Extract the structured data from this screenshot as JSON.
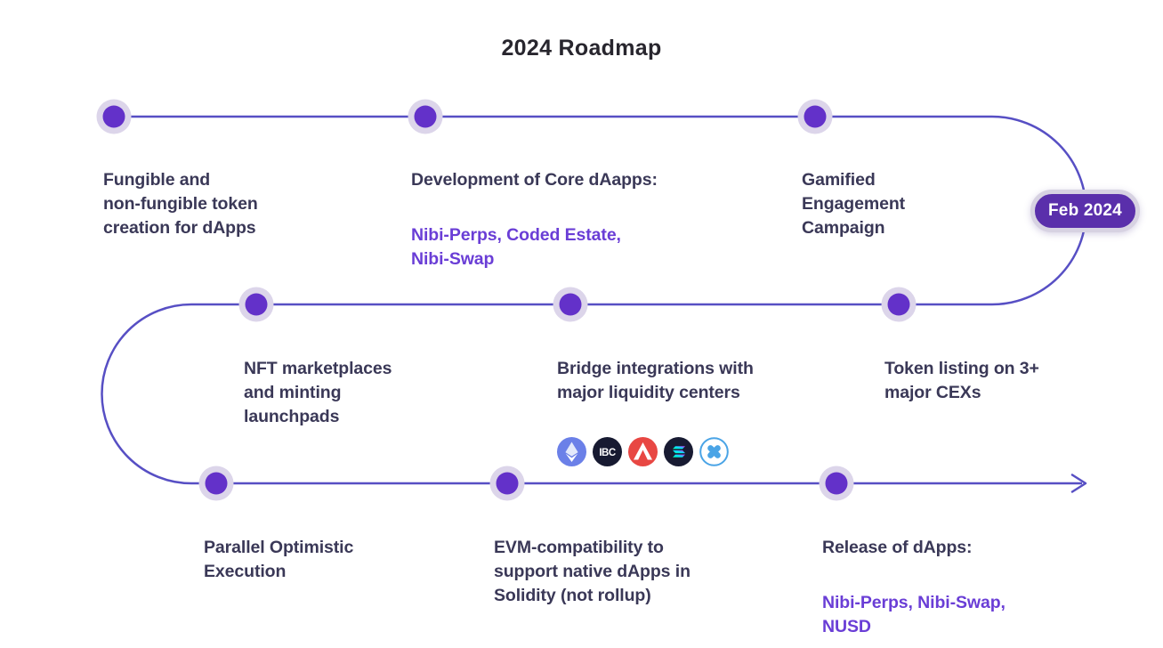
{
  "title": "2024 Roadmap",
  "badge": {
    "label": "Feb 2024"
  },
  "colors": {
    "background": "#ffffff",
    "line": "#574fc4",
    "dot": "#6331c9",
    "dot_halo": "#dcd5ea",
    "heading_text": "#28262e",
    "body_text": "#3a3857",
    "accent_text": "#6a3ed6",
    "badge_bg": "#5a2fab",
    "badge_border": "#d7d2e2",
    "badge_text": "#ffffff",
    "ethereum_bg": "#6b80e8",
    "ibc_bg": "#171a31",
    "avalanche_bg": "#e84743",
    "solana_bg": "#181b32",
    "axelar_blue": "#4aa4e6"
  },
  "milestones": [
    {
      "title": "Fungible and\nnon-fungible token\ncreation for dApps"
    },
    {
      "title": "Development of Core dAapps:",
      "subtitle": "Nibi-Perps, Coded Estate,\nNibi-Swap"
    },
    {
      "title": "Gamified\nEngagement\nCampaign"
    },
    {
      "title": "NFT marketplaces\nand minting\nlaunchpads"
    },
    {
      "title": "Bridge integrations with\nmajor liquidity centers"
    },
    {
      "title": "Token listing on 3+\nmajor CEXs"
    },
    {
      "title": "Parallel Optimistic\nExecution"
    },
    {
      "title": "EVM-compatibility to\nsupport native dApps in\nSolidity (not rollup)"
    },
    {
      "title": "Release of dApps:",
      "subtitle": "Nibi-Perps, Nibi-Swap,\nNUSD"
    }
  ],
  "bridge_icons": [
    {
      "name": "ethereum"
    },
    {
      "name": "ibc",
      "label": "IBC"
    },
    {
      "name": "avalanche"
    },
    {
      "name": "solana"
    },
    {
      "name": "axelar"
    }
  ]
}
